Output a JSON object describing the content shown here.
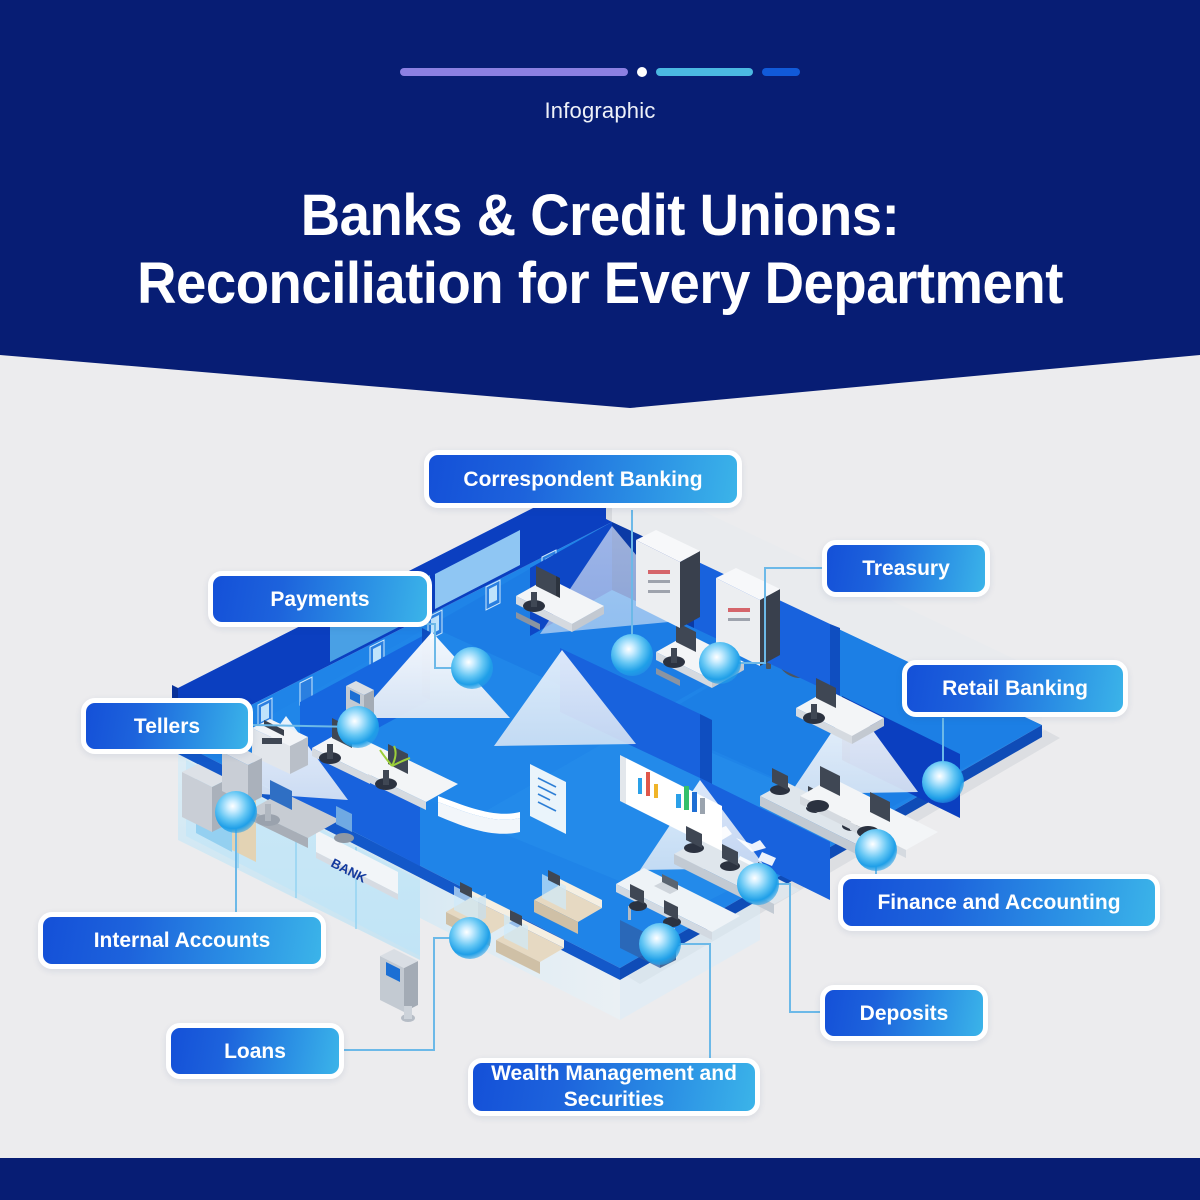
{
  "header": {
    "eyebrow": "Infographic",
    "title_line1": "Banks & Credit Unions:",
    "title_line2": "Reconciliation for Every Department",
    "background_color": "#071d74",
    "deco": {
      "purple_color": "#8c80e2",
      "dot_color": "#ffffff",
      "cyan_color": "#4bb9e2",
      "blue_color": "#115ad9"
    }
  },
  "page": {
    "background_color": "#ececee",
    "footer_color": "#071d74",
    "accent_gradient_start": "#1450d8",
    "accent_gradient_end": "#3bb4e9",
    "connector_line_color": "#6cb9e8",
    "glow_dot_color": "#1f9fe8"
  },
  "scene": {
    "name": "isometric-bank-floorplan",
    "signage_text": "BANK",
    "floor_color": "#1f84e8",
    "wall_dark_color": "#0b3fc0",
    "wall_mid_color": "#1667e0",
    "glass_color": "#a7def7"
  },
  "labels": [
    {
      "id": "correspondent-banking",
      "text": "Correspondent Banking"
    },
    {
      "id": "treasury",
      "text": "Treasury"
    },
    {
      "id": "payments",
      "text": "Payments"
    },
    {
      "id": "retail-banking",
      "text": "Retail Banking"
    },
    {
      "id": "tellers",
      "text": "Tellers"
    },
    {
      "id": "finance-and-accounting",
      "text": "Finance and Accounting"
    },
    {
      "id": "internal-accounts",
      "text": "Internal Accounts"
    },
    {
      "id": "deposits",
      "text": "Deposits"
    },
    {
      "id": "loans",
      "text": "Loans"
    },
    {
      "id": "wealth-management",
      "text": "Wealth Management and Securities"
    }
  ]
}
